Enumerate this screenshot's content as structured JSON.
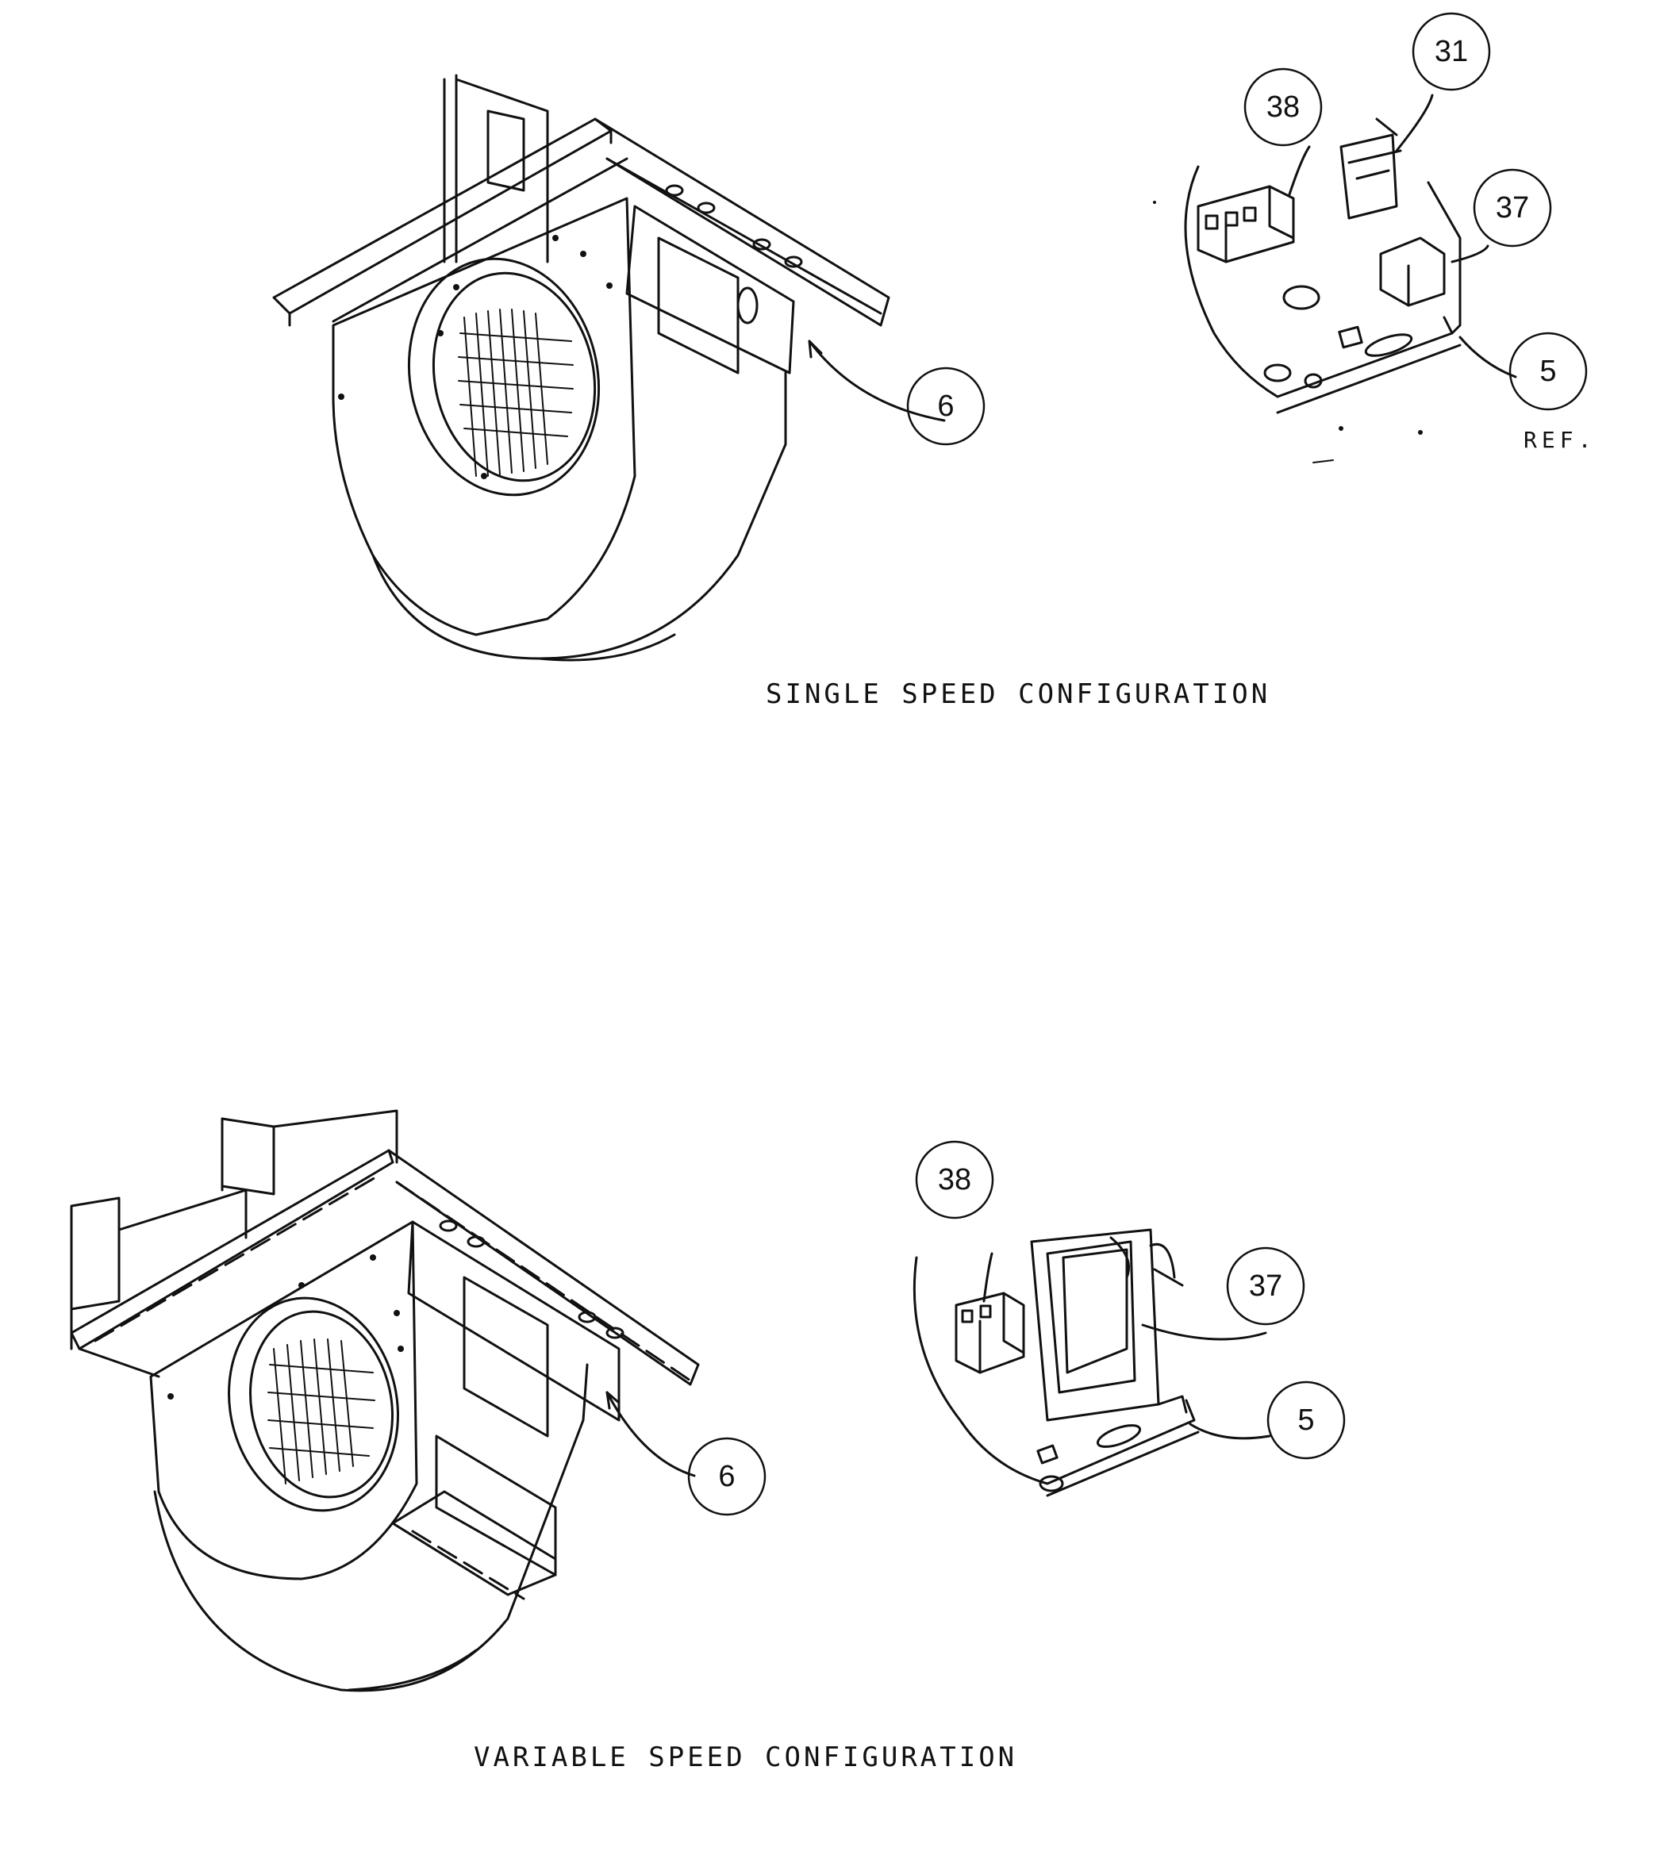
{
  "diagram": {
    "captions": {
      "single": "SINGLE SPEED CONFIGURATION",
      "variable": "VARIABLE SPEED CONFIGURATION"
    },
    "ref_label": "REF.",
    "callouts": {
      "single_blower": "6",
      "single_38": "38",
      "single_31": "31",
      "single_37": "37",
      "single_5": "5",
      "variable_blower": "6",
      "variable_38": "38",
      "variable_37": "37",
      "variable_5": "5"
    }
  }
}
